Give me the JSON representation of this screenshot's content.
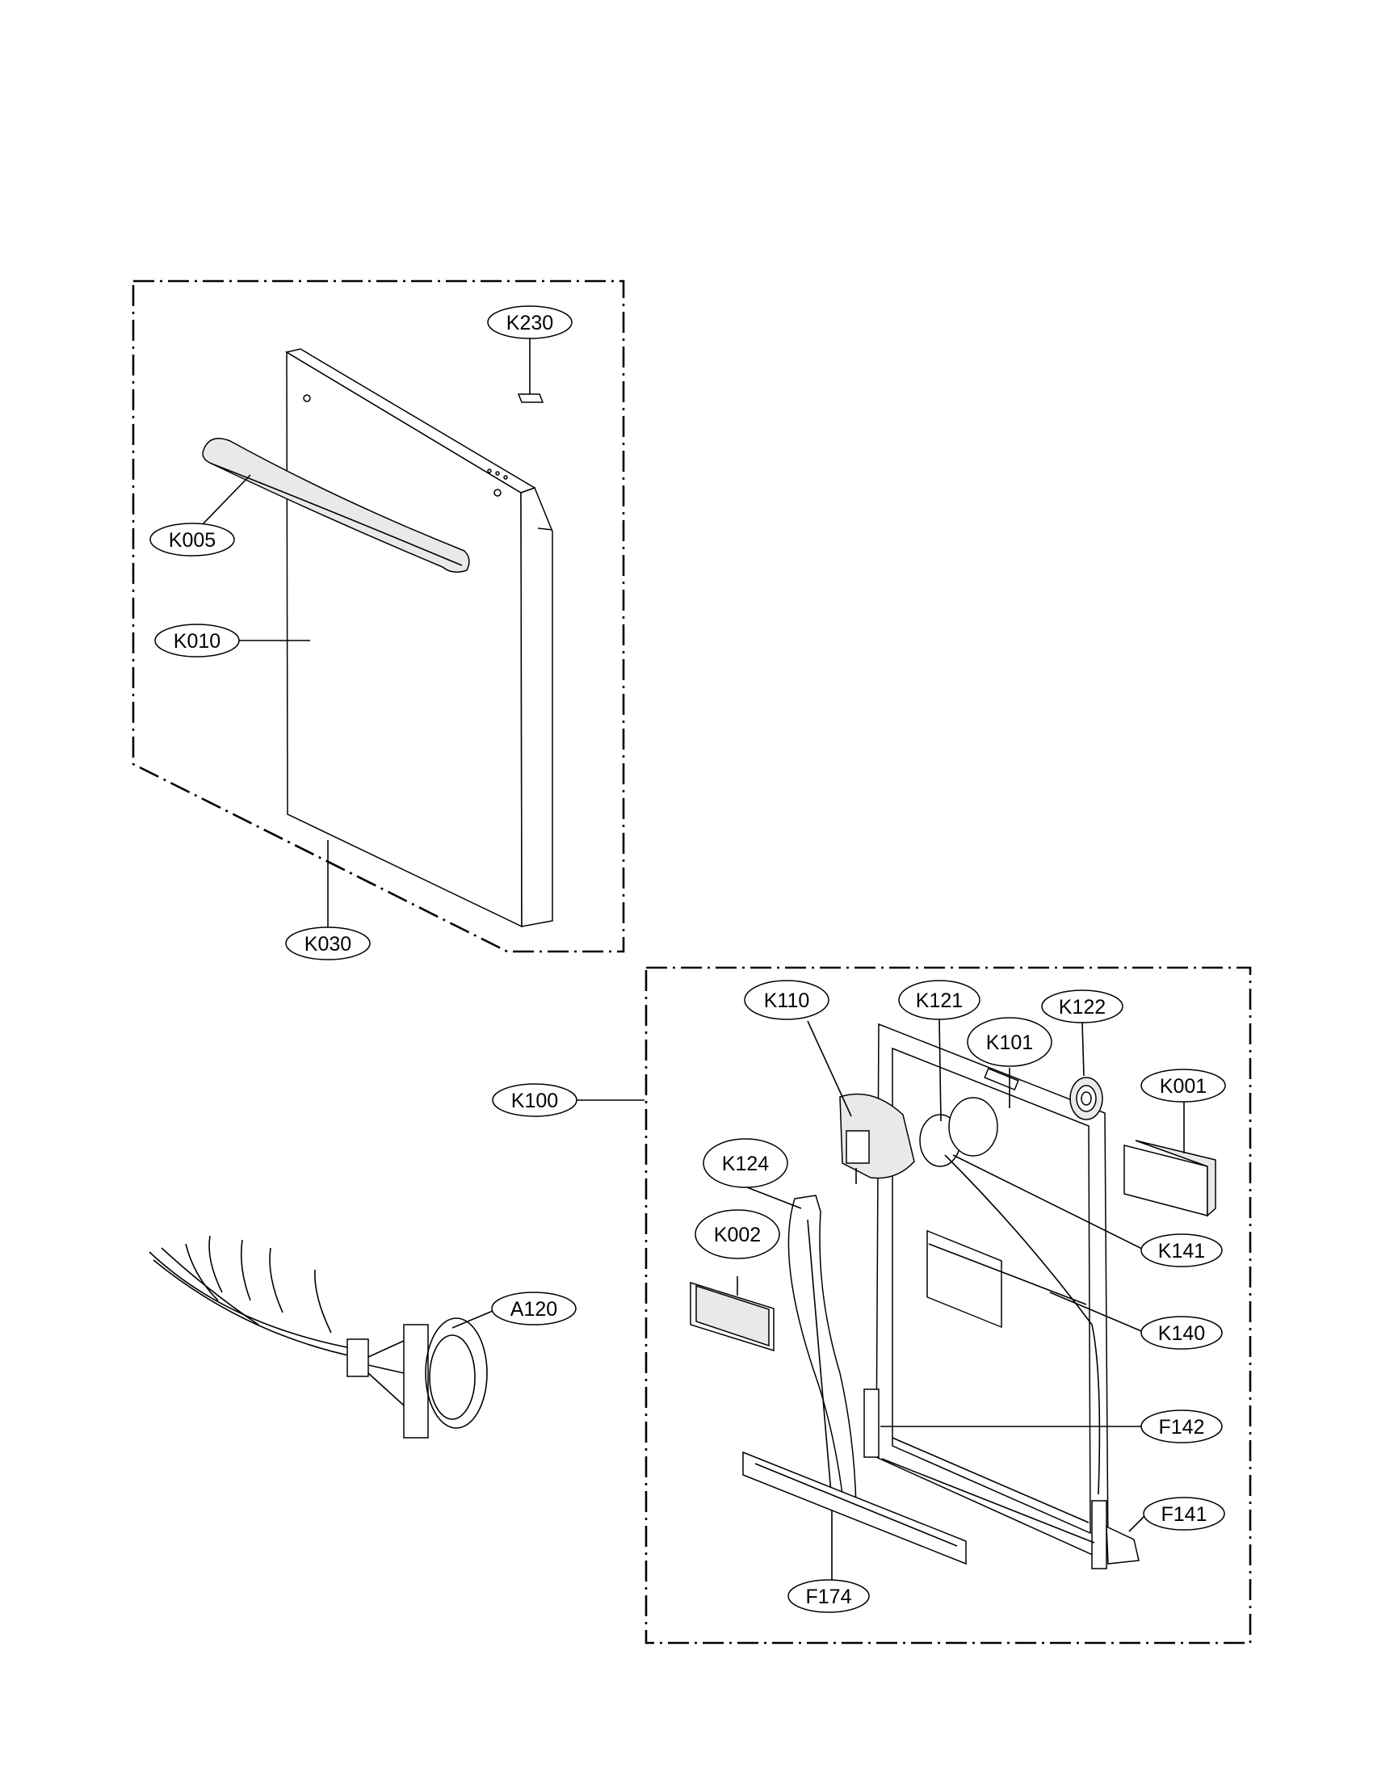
{
  "callouts": {
    "k230": "K230",
    "k005": "K005",
    "k010": "K010",
    "k030": "K030",
    "k100": "K100",
    "k110": "K110",
    "k121": "K121",
    "k101": "K101",
    "k122": "K122",
    "k001": "K001",
    "k124": "K124",
    "k002": "K002",
    "k141": "K141",
    "k140": "K140",
    "a120": "A120",
    "f142": "F142",
    "f141": "F141",
    "f174": "F174"
  }
}
